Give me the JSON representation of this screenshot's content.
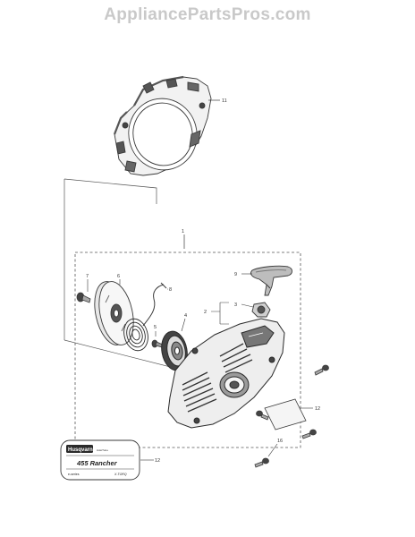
{
  "watermark": "AppliancePartsPros.com",
  "callouts": {
    "c1": "1",
    "c2": "2",
    "c3": "3",
    "c4": "4",
    "c5": "5",
    "c6": "6",
    "c7": "7",
    "c8": "8",
    "c9": "9",
    "c11": "11",
    "c12a": "12",
    "c12b": "12",
    "c16": "16"
  },
  "decal": {
    "brand": "Husqvarna",
    "small": "AutoTune",
    "model": "455 Rancher",
    "series": "e-series",
    "feature": "X-TORQ"
  },
  "colors": {
    "line": "#3a3a3a",
    "shade": "#7a7a7a",
    "dark": "#2a2a2a",
    "watermark": "#c9c9c9"
  }
}
